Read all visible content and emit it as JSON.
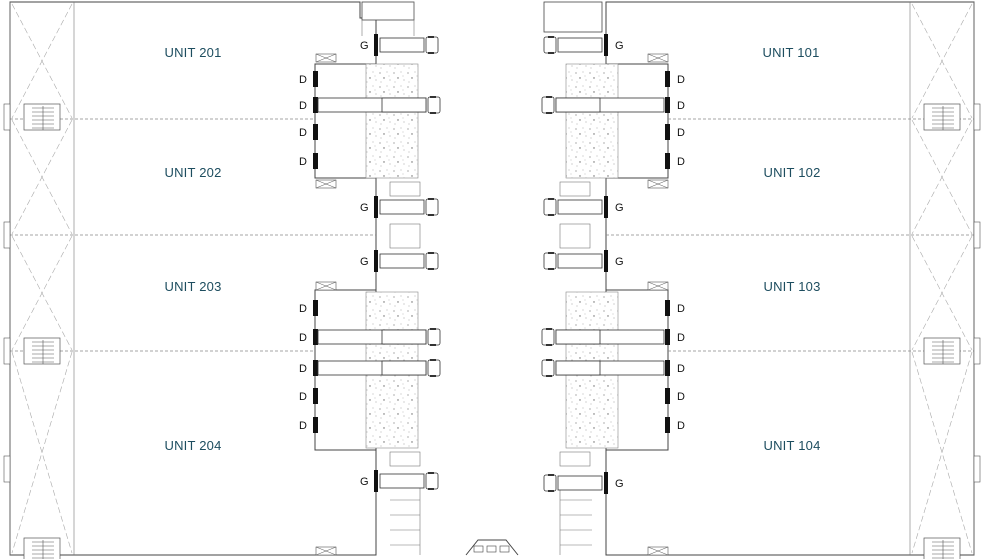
{
  "units": [
    {
      "id": "unit-201",
      "label": "UNIT 201",
      "side": "west"
    },
    {
      "id": "unit-202",
      "label": "UNIT 202",
      "side": "west"
    },
    {
      "id": "unit-203",
      "label": "UNIT 203",
      "side": "west"
    },
    {
      "id": "unit-204",
      "label": "UNIT 204",
      "side": "west"
    },
    {
      "id": "unit-101",
      "label": "UNIT 101",
      "side": "east"
    },
    {
      "id": "unit-102",
      "label": "UNIT 102",
      "side": "east"
    },
    {
      "id": "unit-103",
      "label": "UNIT 103",
      "side": "east"
    },
    {
      "id": "unit-104",
      "label": "UNIT 104",
      "side": "east"
    }
  ],
  "door_types": {
    "grade": "G",
    "dock": "D"
  },
  "colors": {
    "label": "#1d4d5f",
    "line": "#444444",
    "door": "#111111",
    "background": "#ffffff"
  }
}
